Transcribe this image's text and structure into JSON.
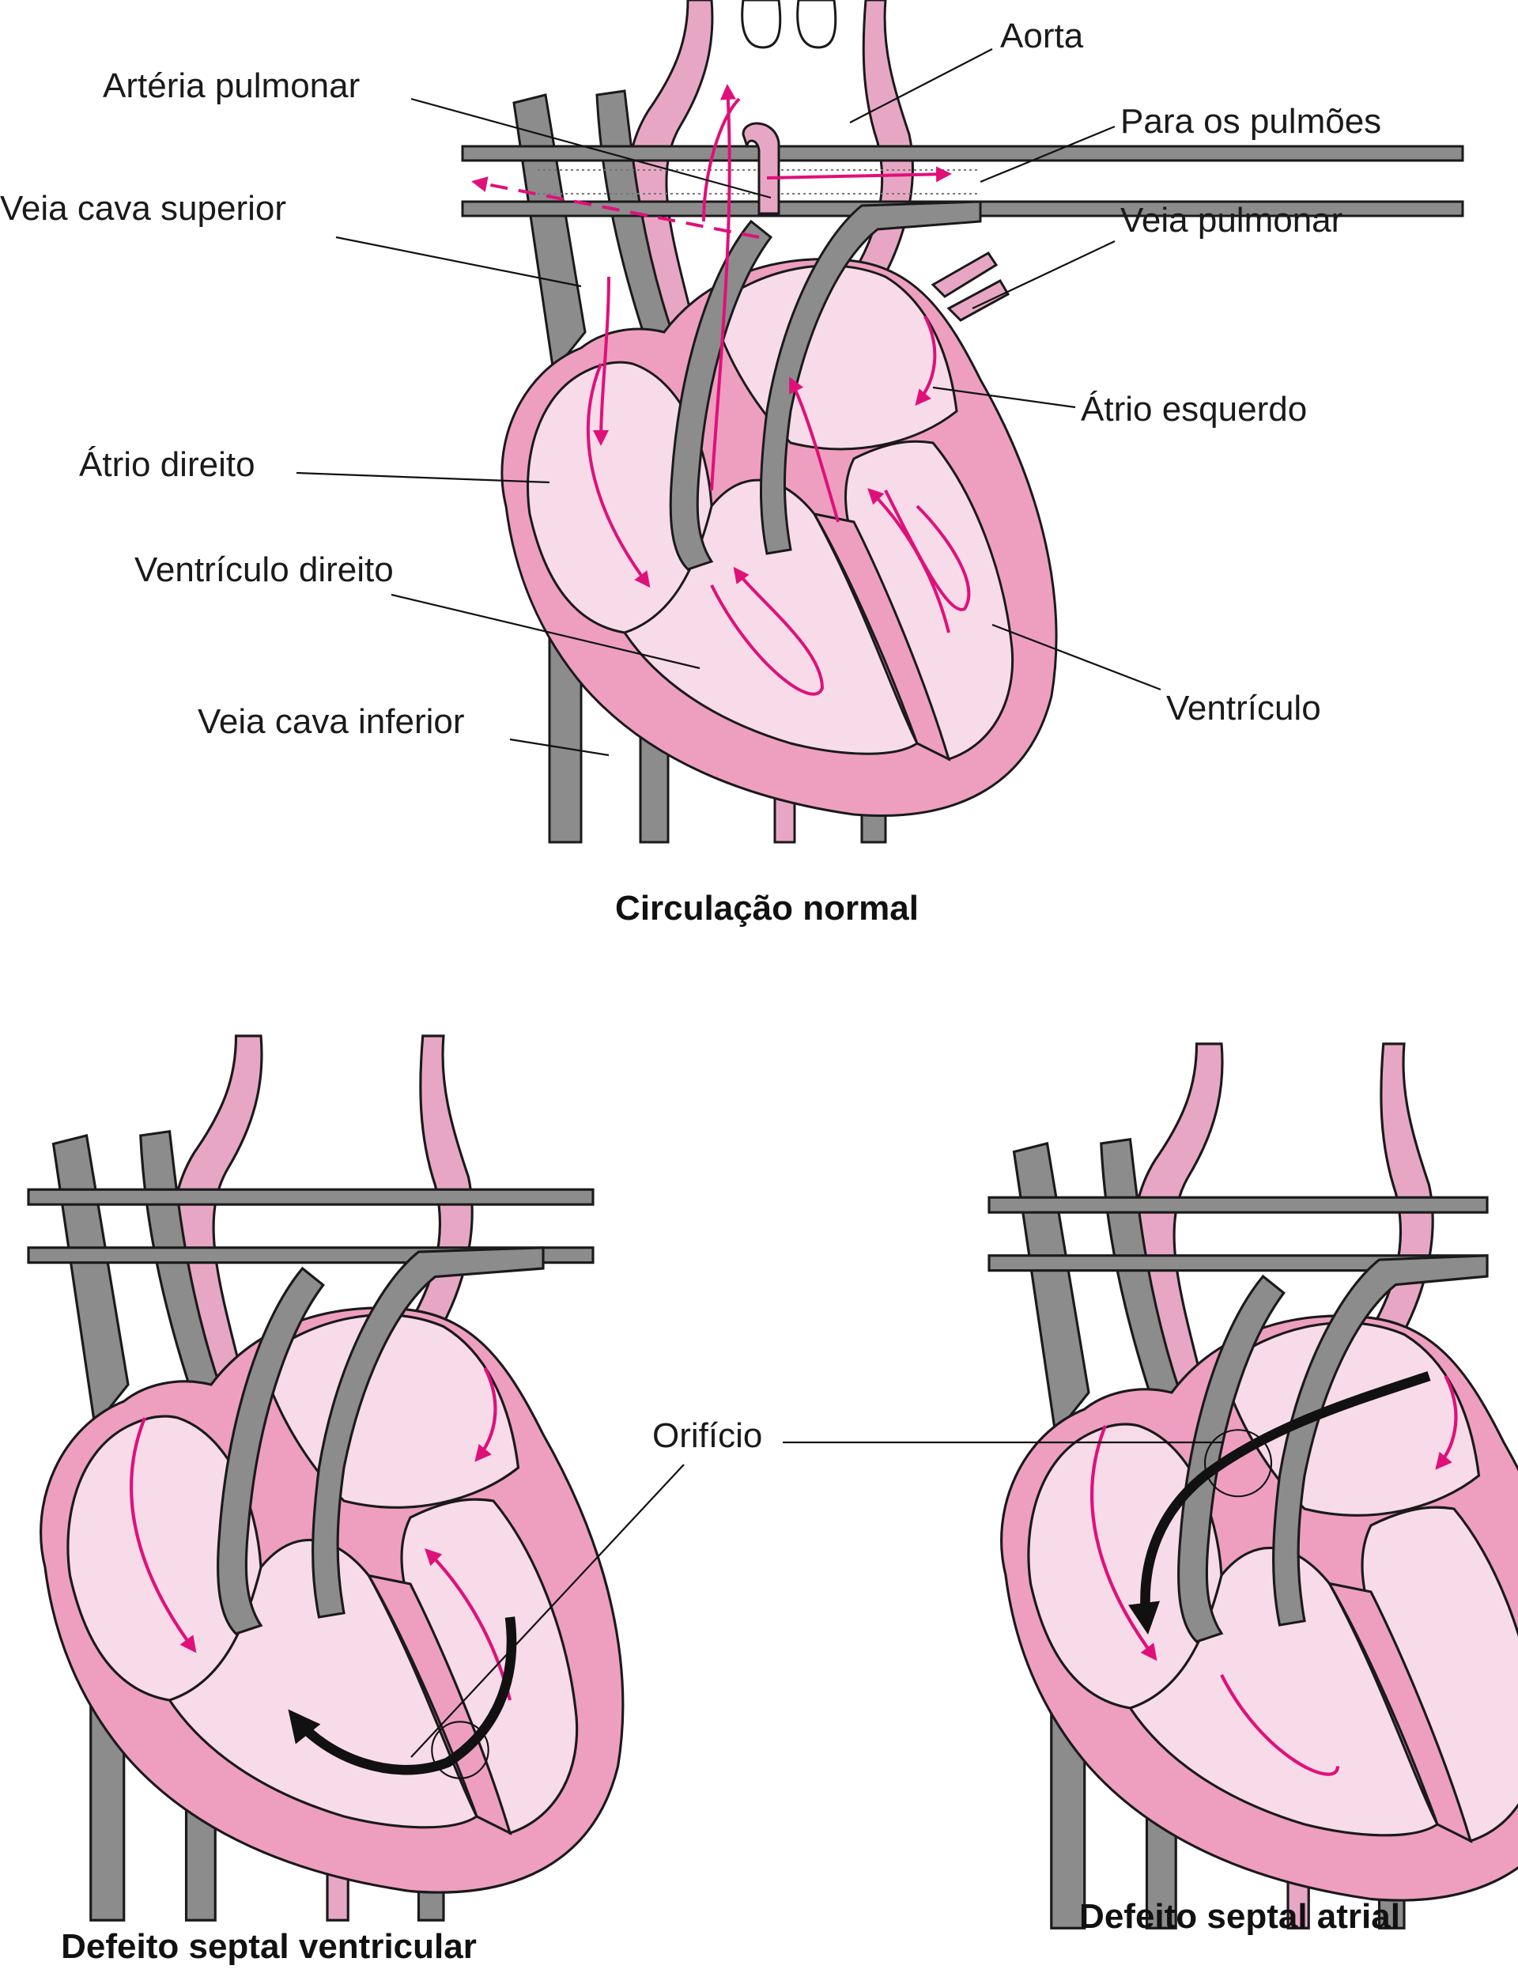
{
  "labels": {
    "aorta": "Aorta",
    "pulmonary_artery": "Artéria pulmonar",
    "to_lungs": "Para os pulmões",
    "superior_vena_cava": "Veia cava superior",
    "pulmonary_vein": "Veia pulmonar",
    "left_atrium": "Átrio esquerdo",
    "right_atrium": "Átrio direito",
    "right_ventricle": "Ventrículo direito",
    "inferior_vena_cava": "Veia cava inferior",
    "ventricle": "Ventrículo",
    "hole": "Orifício"
  },
  "captions": {
    "normal": "Circulação normal",
    "vsd": "Defeito septal ventricular",
    "asd": "Defeito septal atrial"
  },
  "colors": {
    "heart_wall": "#ee9fc0",
    "chamber": "#f8dbe8",
    "vessel_gray": "#8c8c8c",
    "vessel_pink": "#e7a7c4",
    "flow_arrow": "#e0107a",
    "shunt_arrow": "#111111"
  }
}
